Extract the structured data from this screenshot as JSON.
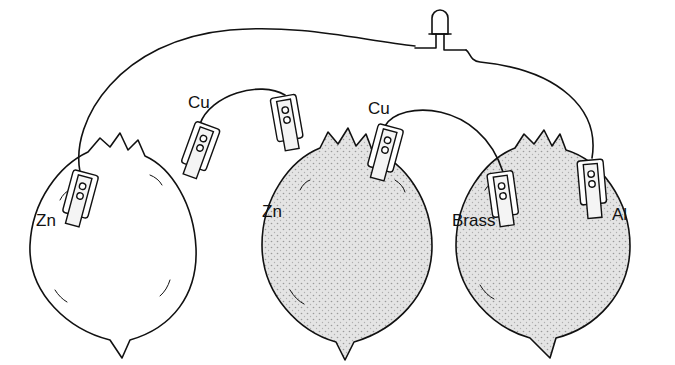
{
  "diagram": {
    "labels": [
      "Zn",
      "Cu",
      "Zn",
      "Cu",
      "Brass",
      "Al"
    ]
  }
}
